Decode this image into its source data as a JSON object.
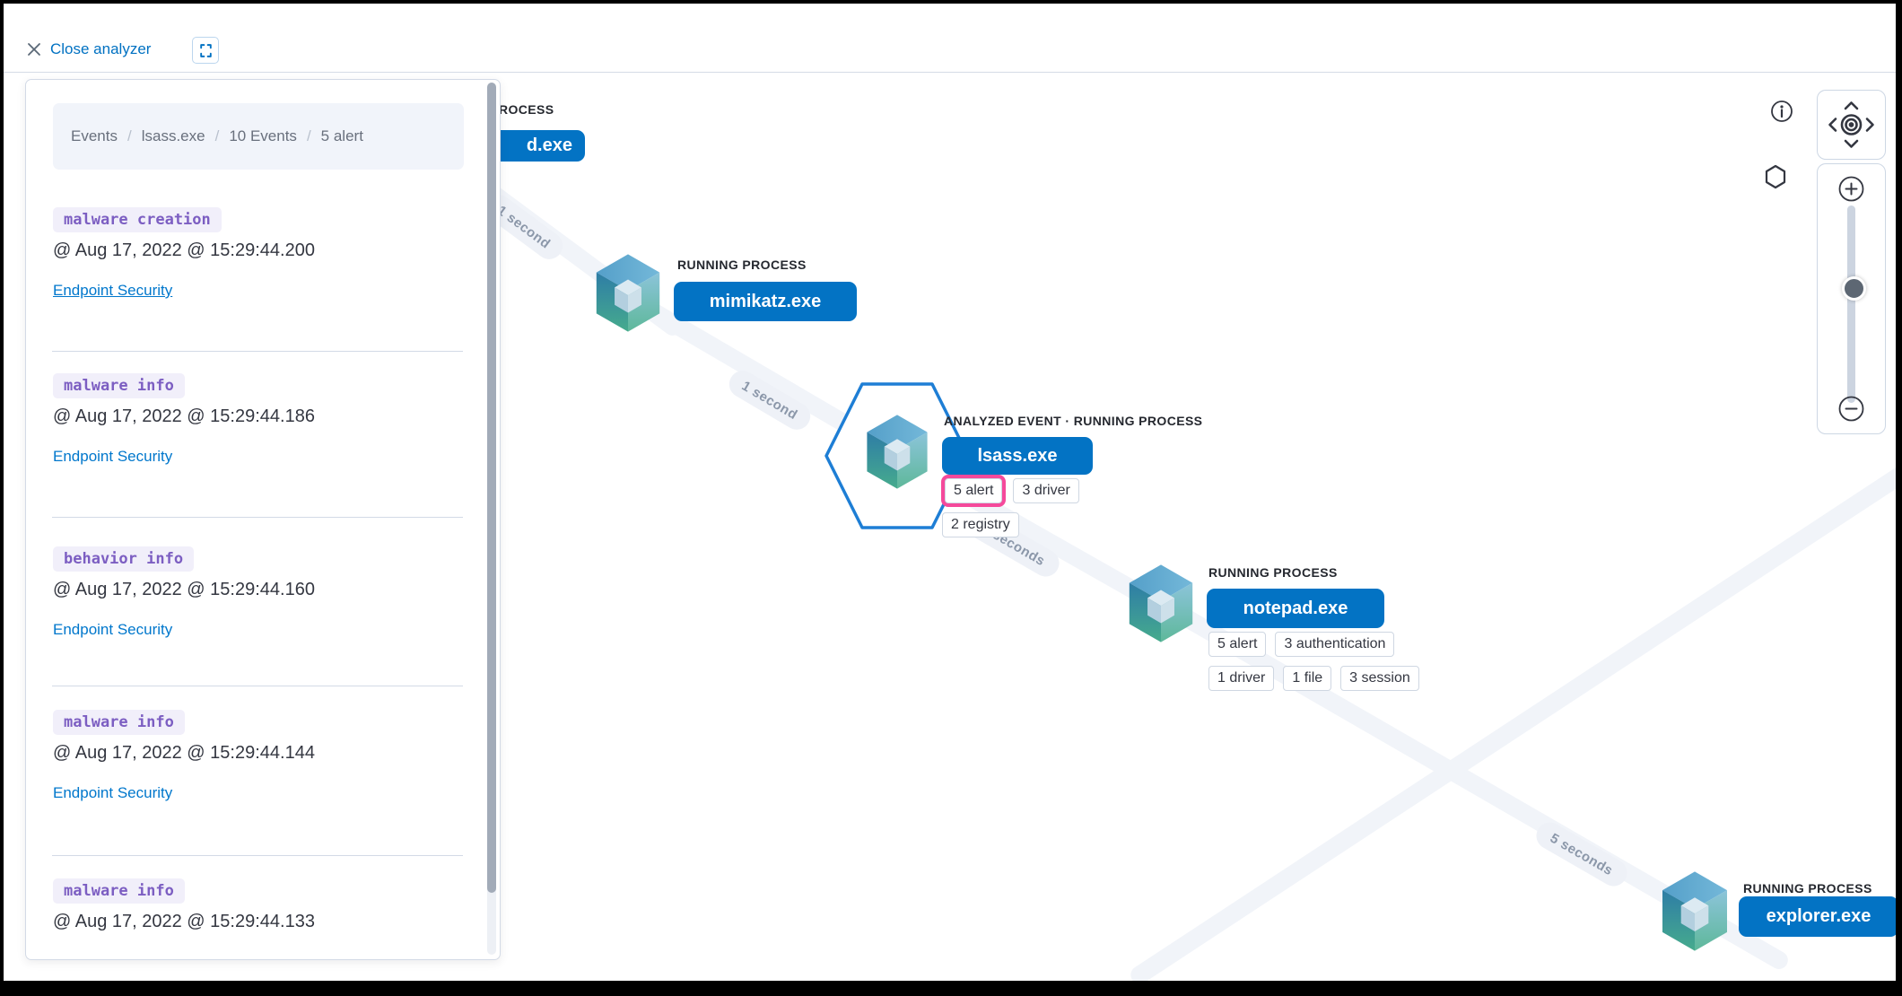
{
  "toolbar": {
    "close_label": "Close analyzer"
  },
  "panel": {
    "separator": "/",
    "breadcrumbs": [
      "Events",
      "lsass.exe",
      "10 Events",
      "5 alert"
    ],
    "events": [
      {
        "type": "malware creation",
        "timestamp": "@ Aug 17, 2022 @ 15:29:44.200",
        "link": "Endpoint Security"
      },
      {
        "type": "malware info",
        "timestamp": "@ Aug 17, 2022 @ 15:29:44.186",
        "link": "Endpoint Security"
      },
      {
        "type": "behavior info",
        "timestamp": "@ Aug 17, 2022 @ 15:29:44.160",
        "link": "Endpoint Security"
      },
      {
        "type": "malware info",
        "timestamp": "@ Aug 17, 2022 @ 15:29:44.144",
        "link": "Endpoint Security"
      },
      {
        "type": "malware info",
        "timestamp": "@ Aug 17, 2022 @ 15:29:44.133",
        "link": "Endpoint Security"
      }
    ]
  },
  "graph": {
    "edge_labels": {
      "a": "1 second",
      "b": "1 second",
      "c": "3 seconds",
      "d": "5 seconds"
    },
    "nodes": {
      "parent": {
        "kind_visible": "ROCESS",
        "name": "d.exe"
      },
      "mimikatz": {
        "kind": "RUNNING PROCESS",
        "name": "mimikatz.exe"
      },
      "lsass": {
        "kind": "ANALYZED EVENT · RUNNING PROCESS",
        "name": "lsass.exe",
        "badges": [
          "5 alert",
          "3 driver",
          "2 registry"
        ]
      },
      "notepad": {
        "kind": "RUNNING PROCESS",
        "name": "notepad.exe",
        "badges": [
          "5 alert",
          "3 authentication",
          "1 driver",
          "1 file",
          "3 session"
        ]
      },
      "explorer": {
        "kind": "RUNNING PROCESS",
        "name": "explorer.exe"
      }
    }
  },
  "colors": {
    "primary": "#0373c4",
    "selection_ring": "#f5499b",
    "edge_band": "#f1f4f9",
    "event_type": "#7c5ec2"
  }
}
